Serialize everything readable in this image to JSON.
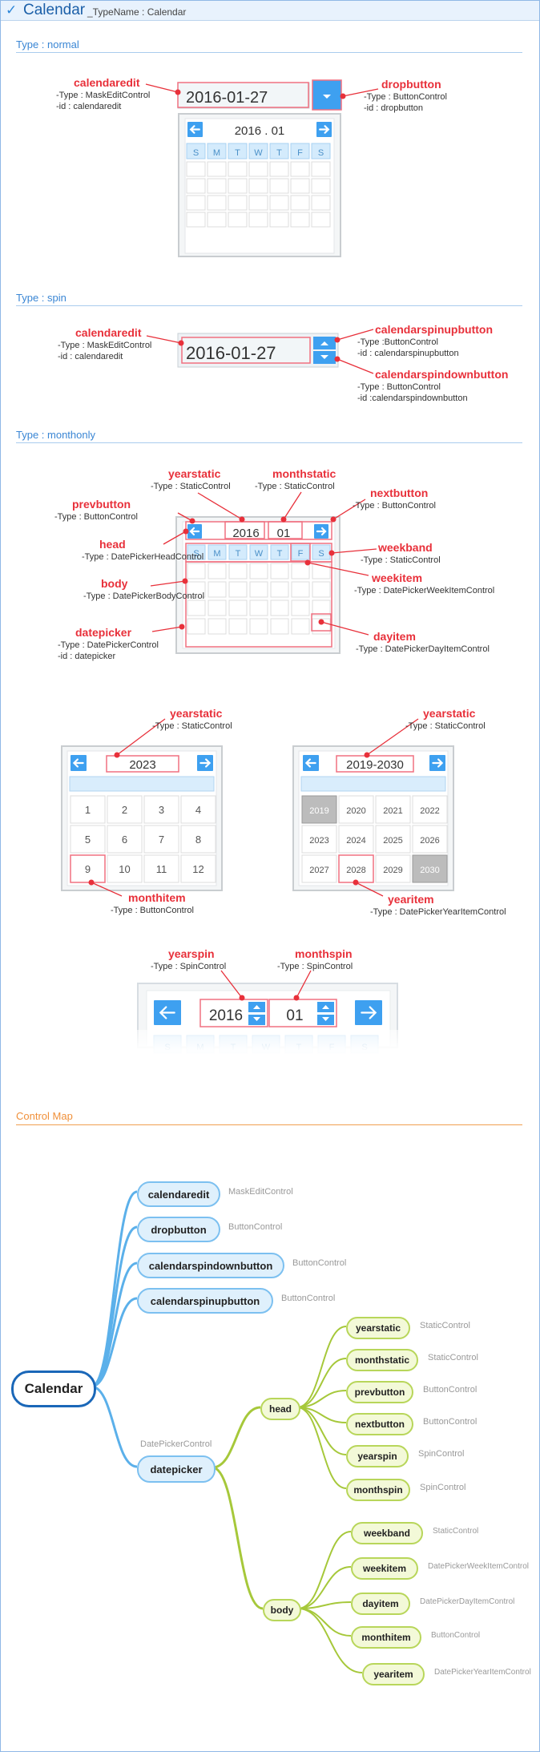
{
  "header": {
    "title": "Calendar",
    "subtitle": "_TypeName : Calendar"
  },
  "sections": {
    "normal": "Type : normal",
    "spin": "Type : spin",
    "monthonly": "Type : monthonly",
    "controlmap": "Control Map"
  },
  "normal": {
    "edit_value": "2016-01-27",
    "head_text": "2016 . 01",
    "weekdays": [
      "S",
      "M",
      "T",
      "W",
      "T",
      "F",
      "S"
    ],
    "calendaredit": {
      "name": "calendaredit",
      "type": "-Type : MaskEditControl",
      "id": "-id : calendaredit"
    },
    "dropbutton": {
      "name": "dropbutton",
      "type": "-Type : ButtonControl",
      "id": "-id : dropbutton"
    }
  },
  "spin": {
    "edit_value": "2016-01-27",
    "calendaredit": {
      "name": "calendaredit",
      "type": "-Type : MaskEditControl",
      "id": "-id : calendaredit"
    },
    "spinup": {
      "name": "calendarspinupbutton",
      "type": "-Type :ButtonControl",
      "id": "-id : calendarspinupbutton"
    },
    "spindown": {
      "name": "calendarspindownbutton",
      "type": "-Type : ButtonControl",
      "id": "-id :calendarspindownbutton"
    }
  },
  "monthonly": {
    "year": "2016",
    "month": "01",
    "weekdays": [
      "S",
      "M",
      "T",
      "W",
      "T",
      "F",
      "S"
    ],
    "yearstatic": {
      "name": "yearstatic",
      "type": "-Type : StaticControl"
    },
    "monthstatic": {
      "name": "monthstatic",
      "type": "-Type : StaticControl"
    },
    "prevbutton": {
      "name": "prevbutton",
      "type": "-Type : ButtonControl"
    },
    "nextbutton": {
      "name": "nextbutton",
      "type": "-Type : ButtonControl"
    },
    "head": {
      "name": "head",
      "type": "-Type : DatePickerHeadControl"
    },
    "weekband": {
      "name": "weekband",
      "type": "-Type : StaticControl"
    },
    "weekitem": {
      "name": "weekitem",
      "type": "-Type : DatePickerWeekItemControl"
    },
    "body": {
      "name": "body",
      "type": "-Type : DatePickerBodyControl"
    },
    "datepicker": {
      "name": "datepicker",
      "type": "-Type : DatePickerControl",
      "id": "-id : datepicker"
    },
    "dayitem": {
      "name": "dayitem",
      "type": "-Type : DatePickerDayItemControl"
    }
  },
  "monthview": {
    "year": "2023",
    "months": [
      "1",
      "2",
      "3",
      "4",
      "5",
      "6",
      "7",
      "8",
      "9",
      "10",
      "11",
      "12"
    ],
    "yearstatic": {
      "name": "yearstatic",
      "type": "-Type : StaticControl"
    },
    "monthitem": {
      "name": "monthitem",
      "type": "-Type : ButtonControl"
    }
  },
  "yearview": {
    "range": "2019-2030",
    "years": [
      "2019",
      "2020",
      "2021",
      "2022",
      "2023",
      "2024",
      "2025",
      "2026",
      "2027",
      "2028",
      "2029",
      "2030"
    ],
    "yearstatic": {
      "name": "yearstatic",
      "type": "-Type : StaticControl"
    },
    "yearitem": {
      "name": "yearitem",
      "type": "-Type : DatePickerYearItemControl"
    }
  },
  "spinhead": {
    "year": "2016",
    "month": "01",
    "weekdays": [
      "S",
      "M",
      "T",
      "W",
      "T",
      "F",
      "S"
    ],
    "yearspin": {
      "name": "yearspin",
      "type": "-Type : SpinControl"
    },
    "monthspin": {
      "name": "monthspin",
      "type": "-Type : SpinControl"
    }
  },
  "controlmap": {
    "root": "Calendar",
    "top": [
      {
        "label": "calendaredit",
        "type": "MaskEditControl"
      },
      {
        "label": "dropbutton",
        "type": "ButtonControl"
      },
      {
        "label": "calendarspindownbutton",
        "type": "ButtonControl"
      },
      {
        "label": "calendarspinupbutton",
        "type": "ButtonControl"
      }
    ],
    "datepicker": {
      "label": "datepicker",
      "type": "DatePickerControl"
    },
    "head": {
      "label": "head"
    },
    "body": {
      "label": "body"
    },
    "head_children": [
      {
        "label": "yearstatic",
        "type": "StaticControl"
      },
      {
        "label": "monthstatic",
        "type": "StaticControl"
      },
      {
        "label": "prevbutton",
        "type": "ButtonControl"
      },
      {
        "label": "nextbutton",
        "type": "ButtonControl"
      },
      {
        "label": "yearspin",
        "type": "SpinControl"
      },
      {
        "label": "monthspin",
        "type": "SpinControl"
      }
    ],
    "body_children": [
      {
        "label": "weekband",
        "type": "StaticControl"
      },
      {
        "label": "weekitem",
        "type": "DatePickerWeekItemControl"
      },
      {
        "label": "dayitem",
        "type": "DatePickerDayItemControl"
      },
      {
        "label": "monthitem",
        "type": "ButtonControl"
      },
      {
        "label": "yearitem",
        "type": "DatePickerYearItemControl"
      }
    ]
  },
  "colors": {
    "accent": "#3ea0f0",
    "annotation": "#e8303a",
    "branch_blue": "#5bb0ea",
    "branch_green": "#a6c83a"
  }
}
